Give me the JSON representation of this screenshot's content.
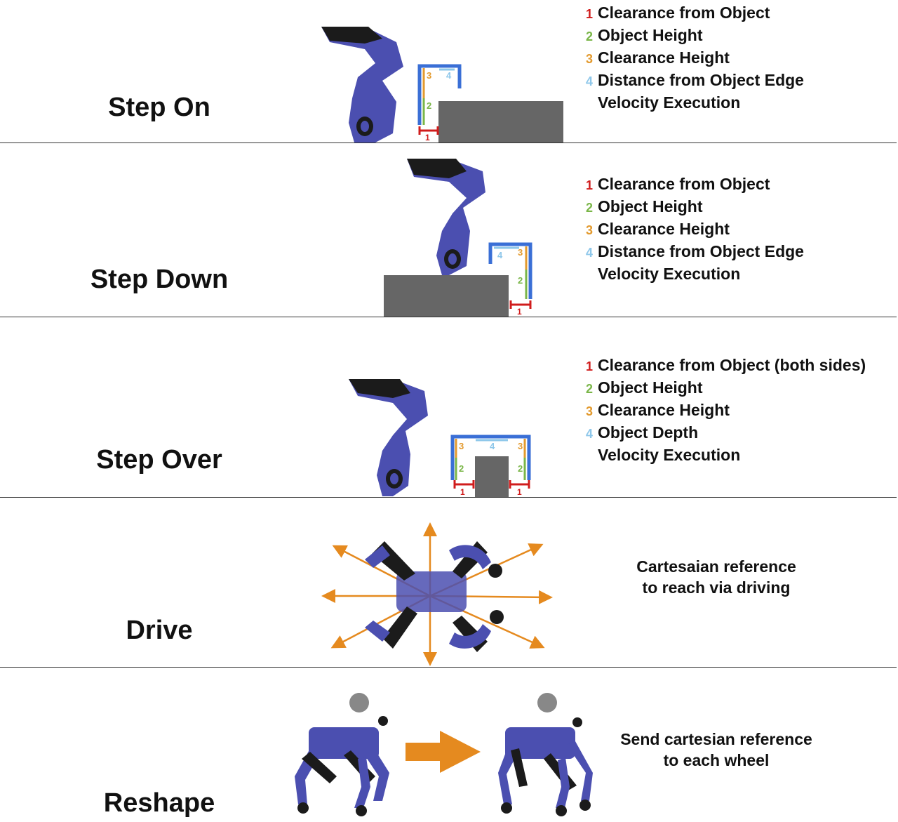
{
  "colors": {
    "clearance_from_object": "#d01c1c",
    "object_height": "#7ab648",
    "clearance_height": "#e39a2e",
    "distance_edge": "#8ec7ea",
    "trajectory_line": "#3a6fd6",
    "obstacle": "#666666",
    "robot_body": "#4b4fb0",
    "robot_dark": "#1b1b1b",
    "arrow": "#e58a1f"
  },
  "sections": [
    {
      "title": "Step On",
      "legend": [
        {
          "num": "1",
          "text": "Clearance from Object"
        },
        {
          "num": "2",
          "text": "Object Height"
        },
        {
          "num": "3",
          "text": "Clearance Height"
        },
        {
          "num": "4",
          "text": "Distance from Object Edge"
        },
        {
          "num": "",
          "text": "Velocity Execution"
        }
      ]
    },
    {
      "title": "Step Down",
      "legend": [
        {
          "num": "1",
          "text": "Clearance from Object"
        },
        {
          "num": "2",
          "text": "Object Height"
        },
        {
          "num": "3",
          "text": "Clearance Height"
        },
        {
          "num": "4",
          "text": "Distance from Object Edge"
        },
        {
          "num": "",
          "text": "Velocity Execution"
        }
      ]
    },
    {
      "title": "Step Over",
      "legend": [
        {
          "num": "1",
          "text": "Clearance from Object (both sides)"
        },
        {
          "num": "2",
          "text": "Object Height"
        },
        {
          "num": "3",
          "text": "Clearance Height"
        },
        {
          "num": "4",
          "text": "Object Depth"
        },
        {
          "num": "",
          "text": "Velocity Execution"
        }
      ]
    },
    {
      "title": "Drive",
      "note_line1": "Cartesaian reference",
      "note_line2": "to reach via driving"
    },
    {
      "title": "Reshape",
      "note_line1": "Send cartesian reference",
      "note_line2": "to each wheel"
    }
  ],
  "diagram_labels": {
    "one": "1",
    "two": "2",
    "three": "3",
    "four": "4"
  }
}
